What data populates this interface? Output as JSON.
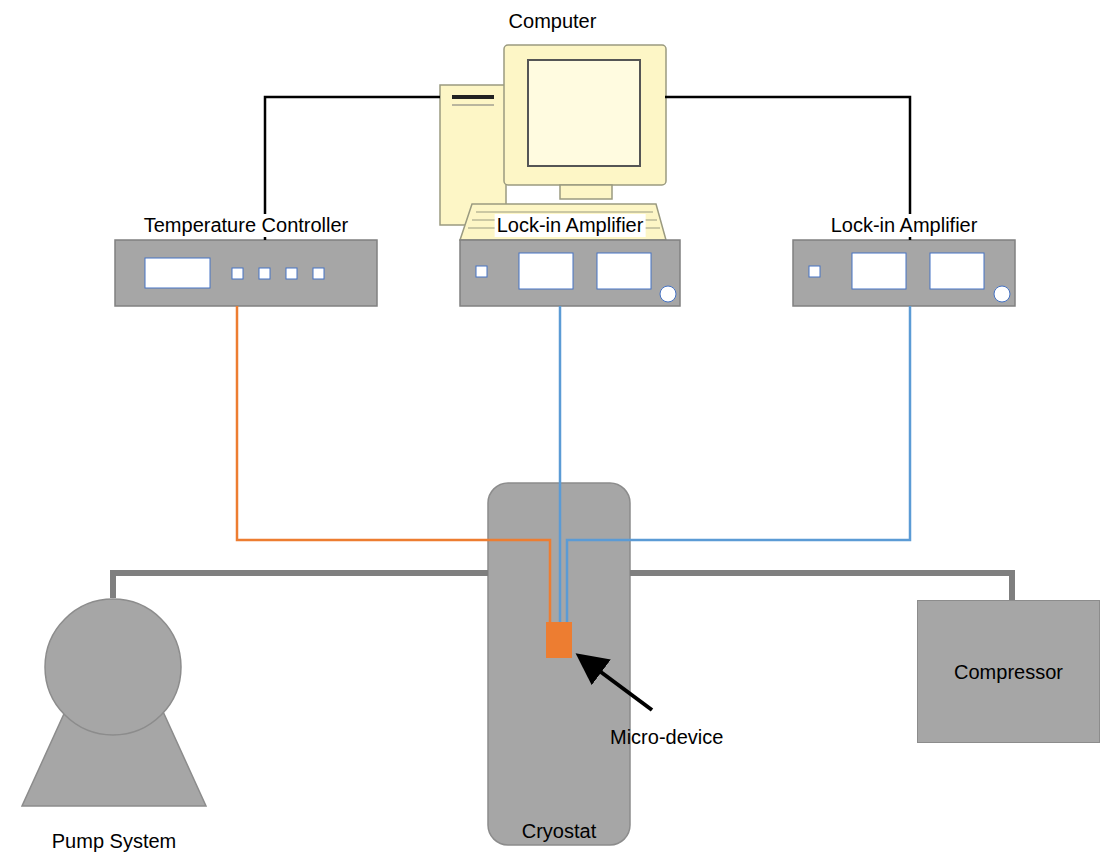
{
  "diagram": {
    "nodes": [
      {
        "text": [
          "Computer"
        ]
      },
      {
        "text": [
          "Temperature Controller"
        ]
      },
      {
        "text": [
          "Lock-in Amplifier"
        ]
      },
      {
        "text": [
          "Lock-in Amplifier"
        ]
      },
      {
        "text": [
          "Cryostat"
        ]
      },
      {
        "text": [
          "Micro-device"
        ],
        "in": 4
      },
      {
        "text": [
          "Pump System"
        ]
      },
      {
        "text": [
          "Compressor"
        ]
      }
    ],
    "edges": [
      {
        "from": 0,
        "to": 1,
        "arrow": "none"
      },
      {
        "from": 0,
        "to": 2,
        "arrow": "none"
      },
      {
        "from": 0,
        "to": 3,
        "arrow": "none"
      },
      {
        "from": 1,
        "to": 5,
        "arrow": "none"
      },
      {
        "from": 2,
        "to": 5,
        "arrow": "none"
      },
      {
        "from": 3,
        "to": 5,
        "arrow": "none"
      },
      {
        "from": 6,
        "to": 4,
        "arrow": "none"
      },
      {
        "from": 7,
        "to": 4,
        "arrow": "none"
      }
    ]
  }
}
